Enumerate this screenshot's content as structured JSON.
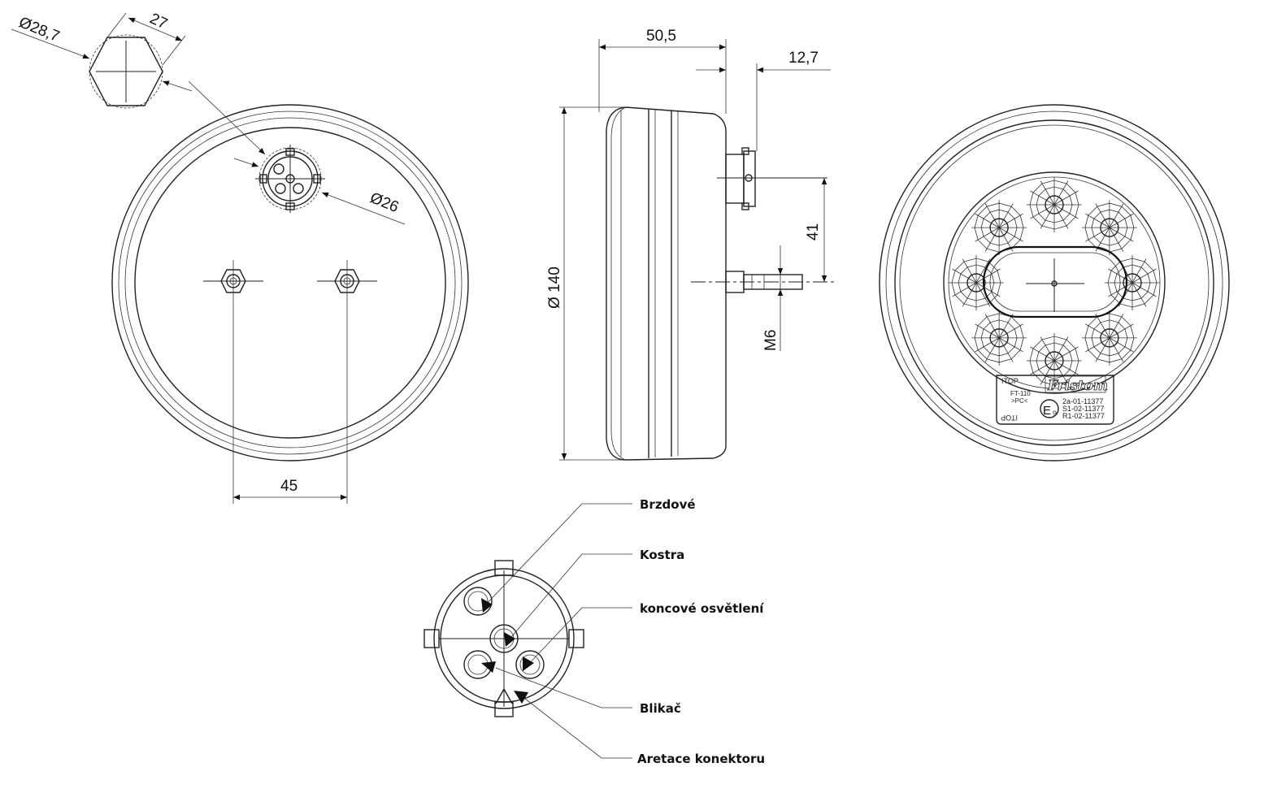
{
  "dimensions": {
    "hex_diameter": "Ø28,7",
    "hex_across_flats": "27",
    "connector_diameter": "Ø26",
    "bolt_spacing": "45",
    "body_depth": "50,5",
    "connector_length": "12,7",
    "lamp_diameter": "Ø 140",
    "connector_offset": "41",
    "thread": "M6"
  },
  "lamp_label": {
    "top_left": "ITOP",
    "top_left_inverted": "ITOP",
    "brand": "Fristom",
    "model": "FT-110",
    "material": ">PC<",
    "emark": "E",
    "emark_num": "9",
    "approvals": [
      "2a-01-11377",
      "S1-02-11377",
      "R1-02-11377"
    ]
  },
  "pinout": {
    "labels": [
      "Brzdové",
      "Kostra",
      "koncové osvětlení",
      "Blikač",
      "Aretace konektoru"
    ]
  }
}
